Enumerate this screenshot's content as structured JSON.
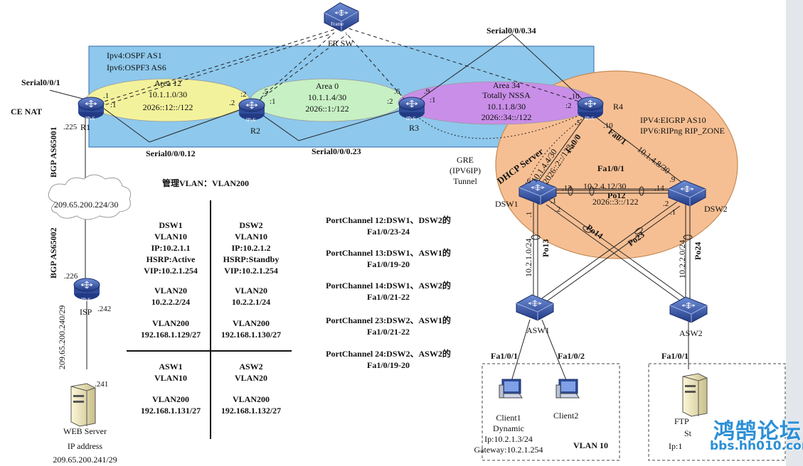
{
  "frame_switch": {
    "label": "FR SW",
    "tag": "Frame"
  },
  "ospf": {
    "line1": "Ipv4:OSPF AS1",
    "line2": "Ipv6:OSPF3 AS6"
  },
  "areas": [
    {
      "name": "Area 12",
      "ipv4": "10.1.1.0/30",
      "ipv6": "2026::12::/122"
    },
    {
      "name": "Area 0",
      "ipv4": "10.1.1.4/30",
      "ipv6": "2026::1:/122"
    },
    {
      "name": "Area 34",
      "type": "Totally NSSA",
      "ipv4": "10.1.1.8/30",
      "ipv6": "2026::34::/122"
    }
  ],
  "eigrp": {
    "line1": "IPV4:EIGRP AS10",
    "line2": "IPV6:RIPng RIP_ZONE"
  },
  "devices": {
    "r1": "R1",
    "r2": "R2",
    "r3": "R3",
    "r4": "R4",
    "isp": "ISP",
    "dsw1": "DSW1",
    "dsw2": "DSW2",
    "asw1": "ASW1",
    "asw2": "ASW2",
    "ipv6_tag": "IPv6"
  },
  "serial_labels": {
    "s001": "Serial0/0/1",
    "s0012": "Serial0/0/0.12",
    "s0023": "Serial0/0/0.23",
    "s0034": "Serial0/0/0.34"
  },
  "ce_nat": "CE  NAT",
  "bgp1": "BGP AS65001",
  "bgp2": "BGP AS65002",
  "cloud_label": "209.65.200.224/30",
  "isp_link": "209.65.200.240/29",
  "host_ids": {
    "r1_left": ".1",
    "r1_right": ":1",
    "r1_bottom": ".225",
    "r2_left": ":2",
    "r2_top": ".2",
    "r2_right": ":1",
    "r2_top2": ".5",
    "r3_left": ":2",
    "r3_top": ".6",
    "r3_right": ":1",
    "r3_top2": ".9",
    "r4_left": ":2",
    "r4_top": ".10",
    "isp_top": ".226",
    "isp_right": ".242",
    "web": ".241",
    "dsw1_top": ".6",
    "dsw1_right": ".13",
    "dsw1_left": ".1",
    "dsw1_b1": ".1",
    "dsw1_b2": ".2",
    "dsw2_top": ".9",
    "dsw2_left": ".14",
    "dsw2_b1": ".2",
    "dsw2_b2": ".1",
    "r4_fa01": ".10",
    "r4_fa00": ".5"
  },
  "links": {
    "fa00": "Fa0/0",
    "fa01": "Fa0/1",
    "r4_dsw1_v4": "10.1.4.4/30",
    "r4_dsw1_v6": "2026::2::/122",
    "r4_dsw2_v4": "10.1.4.8/30",
    "dsw_fa": "Fa1/0/1",
    "po12": "Po12",
    "po12_v4": "10.2.4.12/30",
    "po12_v6": "2026::3::/122",
    "po13": "Po13",
    "po14": "Po14",
    "po23": "Po23",
    "po24": "Po24",
    "vlan_dsw1_asw1": "10.2.1.0/24",
    "vlan_dsw2_asw2": "10.2.2.0/24"
  },
  "dhcp": "DHCP Server",
  "gre": {
    "l1": "GRE",
    "l2": "(IPV6IP)",
    "l3": "Tunnel"
  },
  "mgmt": "管理VLAN：VLAN200",
  "table": {
    "dsw1": [
      "DSW1",
      "VLAN10",
      "IP:10.2.1.1",
      "HSRP:Active",
      "VIP:10.2.1.254",
      "",
      "VLAN20",
      "10.2.2.2/24",
      "",
      "VLAN200",
      "192.168.1.129/27"
    ],
    "dsw2": [
      "DSW2",
      "VLAN10",
      "IP:10.2.1.2",
      "HSRP:Standby",
      "VIP:10.2.1.254",
      "",
      "VLAN20",
      "10.2.2.1/24",
      "",
      "VLAN200",
      "192.168.1.130/27"
    ],
    "asw1": [
      "ASW1",
      "VLAN10",
      "",
      "VLAN200",
      "192.168.1.131/27"
    ],
    "asw2": [
      "ASW2",
      "VLAN20",
      "",
      "VLAN200",
      "192.168.1.132/27"
    ]
  },
  "portchannels": [
    {
      "l1": "PortChannel 12:DSW1、DSW2的",
      "l2": "Fa1/0/23-24"
    },
    {
      "l1": "PortChannel 13:DSW1、ASW1的",
      "l2": "Fa1/0/19-20"
    },
    {
      "l1": "PortChannel 14:DSW1、ASW2的",
      "l2": "Fa1/0/21-22"
    },
    {
      "l1": "PortChannel 23:DSW2、ASW1的",
      "l2": "Fa1/0/21-22"
    },
    {
      "l1": "PortChannel 24:DSW2、ASW2的",
      "l2": "Fa1/0/19-20"
    }
  ],
  "access": {
    "asw1_p1": "Fa1/0/1",
    "asw1_p2": "Fa1/0/2",
    "asw2_p1": "Fa1/0/1",
    "client1": [
      "Client1",
      "Dynamic",
      "Ip:10.2.1.3/24",
      "Gateway:10.2.1.254"
    ],
    "client2": "Client2",
    "vlan10": "VLAN 10",
    "ftp": [
      "FTP",
      "St",
      "Ip:1"
    ]
  },
  "web": [
    "WEB Server",
    "IP address",
    "209.65.200.241/29"
  ],
  "watermark": {
    "cn": "鸿鹄论坛",
    "url": "bbs.hh010.com"
  },
  "colors": {
    "ospf_box": "#8ec8ec",
    "area12": "#f3f29c",
    "area0": "#c7f0c4",
    "area34": "#c98ee8",
    "eigrp": "#f6bf93",
    "device": "#2f4c9a"
  }
}
